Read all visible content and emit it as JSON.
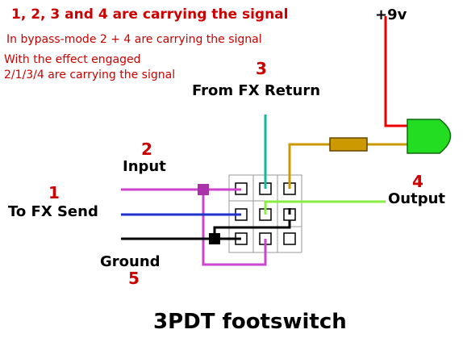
{
  "notes": {
    "heading": "1, 2, 3 and 4 are carrying the signal",
    "bypass": "In bypass-mode 2 + 4 are carrying the signal",
    "engaged_line1": "With the effect engaged",
    "engaged_line2": "2/1/3/4 are carrying the signal"
  },
  "labels": {
    "power": "+9v",
    "from_fx_return": "From FX Return",
    "input": "Input",
    "to_fx_send": "To FX Send",
    "output": "Output",
    "ground": "Ground",
    "title": "3PDT footswitch"
  },
  "numbers": {
    "fx_send": "1",
    "input": "2",
    "fx_return": "3",
    "output": "4",
    "ground": "5"
  },
  "colors": {
    "power_wire": "#ee0000",
    "led": "#22dd22",
    "resistor": "#cc9900",
    "resistor_wire": "#cc9900",
    "fx_return_wire": "#11bb99",
    "input_wire": "#cc44cc",
    "fx_send_wire": "#2233cc",
    "output_wire": "#88ee44",
    "ground_wire": "#000000",
    "junction_input": "#aa33aa",
    "junction_ground": "#000000"
  }
}
